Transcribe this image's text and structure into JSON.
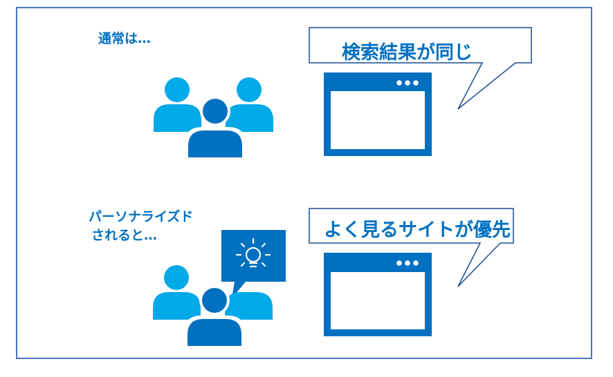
{
  "section_normal": {
    "caption": "通常は…",
    "bubble_text": "検索結果が同じ"
  },
  "section_personalized": {
    "caption_line1": "パーソナライズド",
    "caption_line2": "されると…",
    "bubble_text": "よく見るサイトが優先"
  },
  "colors": {
    "frame": "#4472c4",
    "text": "#0070c0",
    "person_light": "#00a9e8",
    "person_dark": "#0070c0",
    "window": "#0070c0",
    "bubble_border": "#1c4b8f"
  },
  "icons": [
    "people-group-icon",
    "browser-window-icon",
    "speech-bubble",
    "lightbulb-icon"
  ]
}
